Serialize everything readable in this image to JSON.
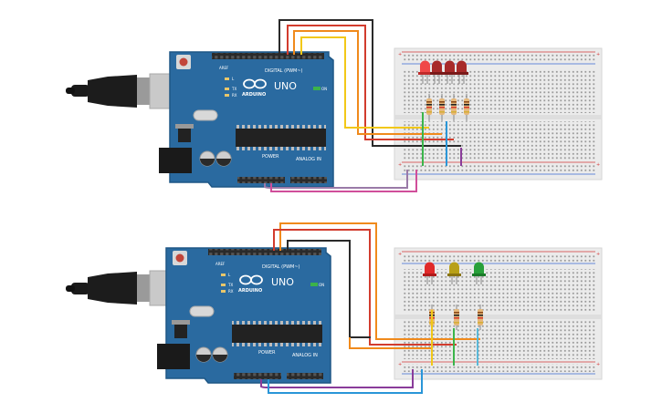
{
  "canvas": {
    "background": "#ffffff"
  },
  "colors": {
    "board_blue": "#2a6aa0",
    "board_edge": "#1e5786",
    "breadboard": "#ebebeb",
    "rail_red": "#d43a3a",
    "rail_blue": "#3a6ad4",
    "wire_black": "#2a2a2a",
    "wire_red": "#d23c2e",
    "wire_orange": "#f08a1c",
    "wire_yellow": "#f2c818",
    "wire_green": "#3ab54a",
    "wire_blue": "#2a96d8",
    "wire_purple": "#8a3c9a",
    "wire_pink": "#d04e9a",
    "led_red": "#e02a2a",
    "led_yellow": "#b8a017",
    "led_green": "#28a03a"
  },
  "boards": [
    {
      "logo": "ARDUINO",
      "model": "UNO",
      "digital_label": "DIGITAL (PWM~)",
      "analog_label": "ANALOG IN",
      "power_label": "POWER",
      "on_label": "ON",
      "tx_label": "TX",
      "rx_label": "RX",
      "l_label": "L",
      "aref_label": "AREF"
    },
    {
      "logo": "ARDUINO",
      "model": "UNO",
      "digital_label": "DIGITAL (PWM~)",
      "analog_label": "ANALOG IN",
      "power_label": "POWER",
      "on_label": "ON",
      "tx_label": "TX",
      "rx_label": "RX",
      "l_label": "L",
      "aref_label": "AREF"
    }
  ],
  "breadboards": [
    {
      "leds": [
        "red",
        "red",
        "red",
        "red"
      ],
      "resistors": 4
    },
    {
      "leds": [
        "red",
        "yellow",
        "green"
      ],
      "resistors": 3
    }
  ]
}
